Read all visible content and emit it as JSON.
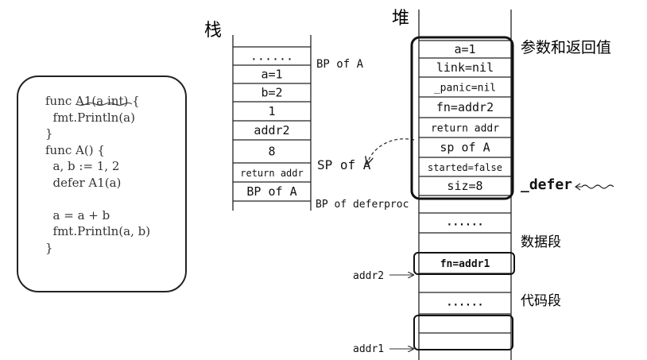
{
  "code_box": {
    "lines": [
      "func A1(a int) {",
      "  fmt.Println(a)",
      "}",
      "func A() {",
      "  a, b := 1, 2",
      "  defer A1(a)",
      "",
      "  a = a + b",
      "  fmt.Println(a, b)",
      "}"
    ]
  },
  "stack": {
    "title": "栈",
    "cells": [
      "......",
      "a=1",
      "b=2",
      "1",
      "addr2",
      "8",
      "return addr",
      "BP of A"
    ],
    "labels": {
      "bp_of_a": "BP of A",
      "sp_of_a": "SP of A",
      "bp_of_deferproc": "BP of deferproc"
    }
  },
  "heap": {
    "title": "堆",
    "defer_cells": [
      "a=1",
      "link=nil",
      "_panic=nil",
      "fn=addr2",
      "return addr",
      "sp of A",
      "started=false",
      "siz=8"
    ],
    "dots_1": "......",
    "fn_cell": "fn=addr1",
    "dots_2": "......",
    "labels": {
      "params": "参数和返回值",
      "defer": "_defer",
      "data_segment": "数据段",
      "code_segment": "代码段",
      "addr2": "addr2",
      "addr1": "addr1"
    }
  }
}
